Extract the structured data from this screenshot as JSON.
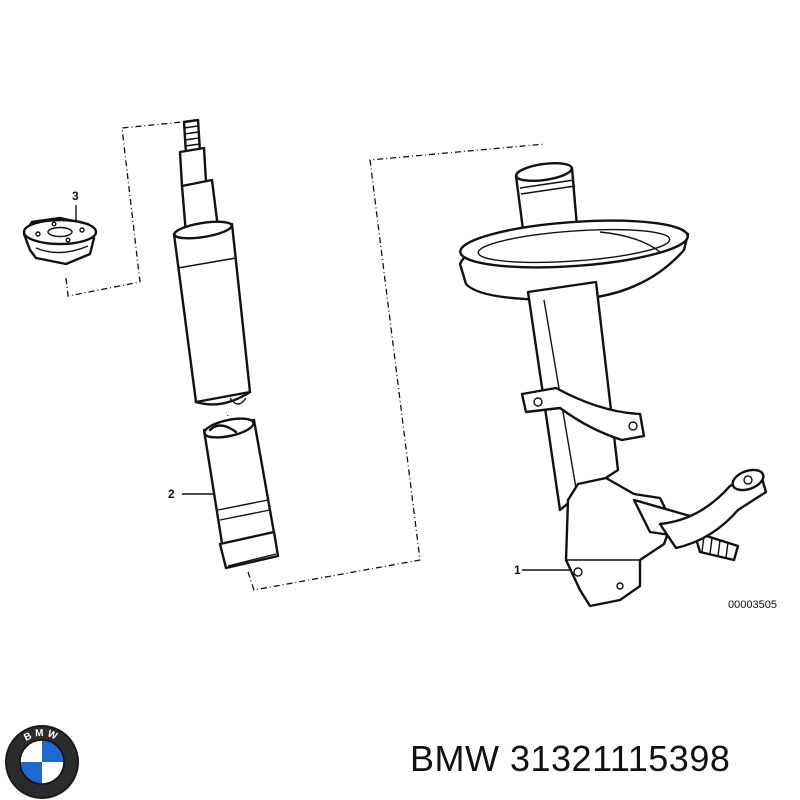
{
  "diagram": {
    "callouts": [
      {
        "id": "1",
        "part": "strut-assembly"
      },
      {
        "id": "2",
        "part": "protective-sleeve"
      },
      {
        "id": "3",
        "part": "mounting-washer"
      }
    ],
    "drawing_code": "00003505"
  },
  "brand": {
    "logo": "bmw-roundel-icon",
    "logo_letters": "BMW",
    "part_label": "BMW 31321115398"
  }
}
